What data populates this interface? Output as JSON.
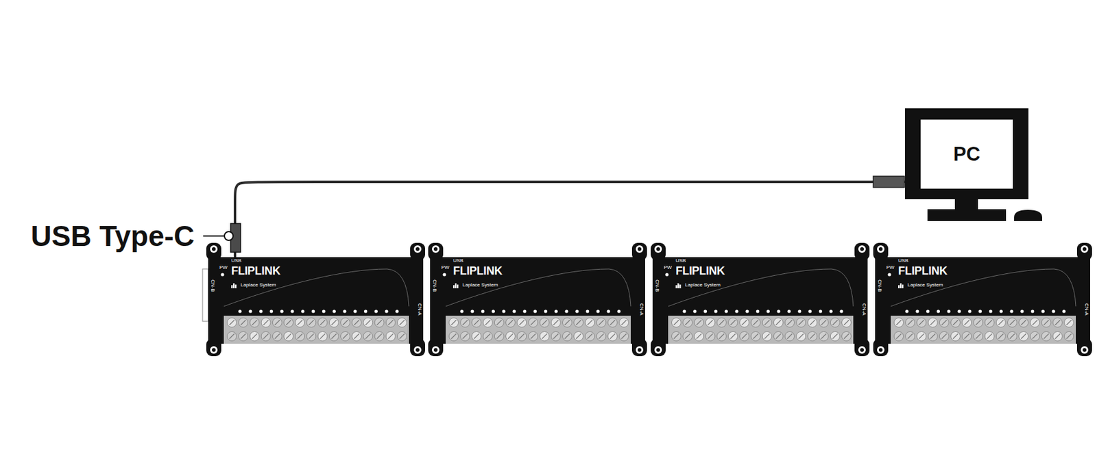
{
  "diagram": {
    "nodes": [
      {
        "text": [
          "USB",
          "PW",
          "FLIPLINK",
          "Laplace System",
          "CN-B",
          "CN-A"
        ]
      },
      {
        "text": [
          "USB",
          "PW",
          "FLIPLINK",
          "Laplace System",
          "CN-B",
          "CN-A"
        ]
      },
      {
        "text": [
          "USB",
          "PW",
          "FLIPLINK",
          "Laplace System",
          "CN-B",
          "CN-A"
        ]
      },
      {
        "text": [
          "USB",
          "PW",
          "FLIPLINK",
          "Laplace System",
          "CN-B",
          "CN-A"
        ]
      },
      {
        "text": [
          "PC"
        ]
      }
    ],
    "edges": [
      {
        "from": 0,
        "to": 4,
        "arrow": "none"
      }
    ],
    "labels": [
      "USB Type-C"
    ]
  }
}
